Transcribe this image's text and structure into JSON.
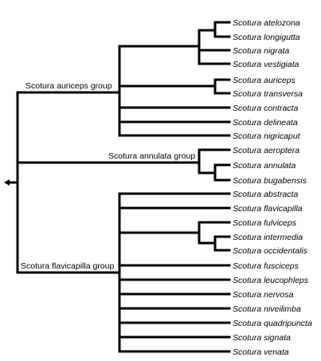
{
  "tree": {
    "groups": [
      {
        "label": "Scotura auriceps group",
        "species": [
          "Scotura atelozona",
          "Scotura longigutta",
          "Scotura nigrata",
          "Scotura vestigiata",
          "Scotura auriceps",
          "Scotura transversa",
          "Scotura contracta",
          "Scotura delineata",
          "Scotura nigricaput"
        ]
      },
      {
        "label": "Scotura annulata group",
        "species": [
          "Scotura aeroptera",
          "Scotura annulata",
          "Scotura bugabensis"
        ]
      },
      {
        "label": "Scotura flavicapilla group",
        "species": [
          "Scotura abstracta",
          "Scotura flavicapilla",
          "Scotura fulviceps",
          "Scotura intermedia",
          "Scotura occidentalis",
          "Scotura fusciceps",
          "Scotura leucophleps",
          "Scotura nervosa",
          "Scotura niveilimba",
          "Scotura quadripuncta",
          "Scotura signata",
          "Scotura venata"
        ]
      }
    ],
    "root_arrow": "left-arrow-icon"
  }
}
